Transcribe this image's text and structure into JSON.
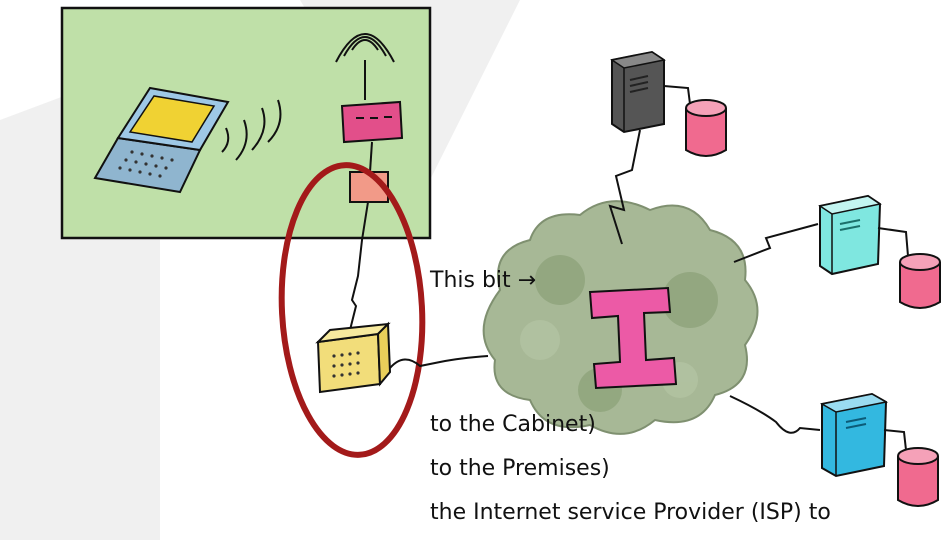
{
  "labels": {
    "this_bit": "This bit →",
    "line1": "to the Cabinet)",
    "line2": "to the Premises)",
    "line3": "the Internet service Provider (ISP) to"
  },
  "diagram": {
    "hub_label": "I"
  },
  "colors": {
    "premises": "#bfe0a8",
    "highlight_ellipse": "#a31a1a",
    "router": "#e24f8a",
    "cabinet": "#f2dd7a",
    "cloud": "#a7b896",
    "hub": "#ec5aa6",
    "server_dark": "#555555",
    "server_cyan": "#7fe7e0",
    "server_blue": "#33b8e0",
    "database": "#f06a8f"
  }
}
